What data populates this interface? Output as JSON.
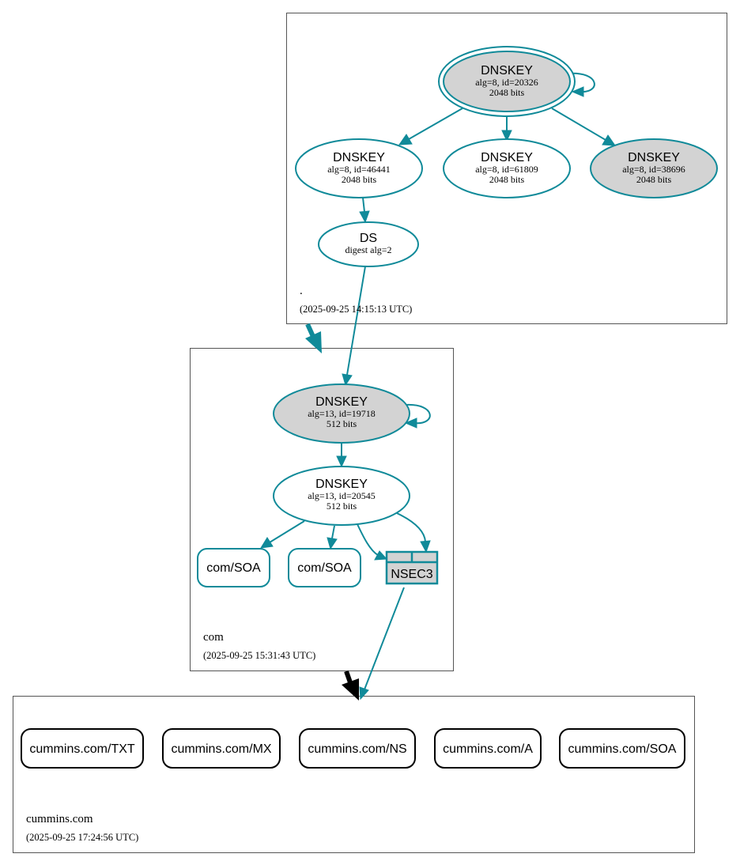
{
  "zones": {
    "root": {
      "name": ".",
      "timestamp": "(2025-09-25 14:15:13 UTC)"
    },
    "com": {
      "name": "com",
      "timestamp": "(2025-09-25 15:31:43 UTC)"
    },
    "cummins": {
      "name": "cummins.com",
      "timestamp": "(2025-09-25 17:24:56 UTC)"
    }
  },
  "nodes": {
    "root_ksk": {
      "title": "DNSKEY",
      "line1": "alg=8, id=20326",
      "line2": "2048 bits"
    },
    "root_zsk1": {
      "title": "DNSKEY",
      "line1": "alg=8, id=46441",
      "line2": "2048 bits"
    },
    "root_zsk2": {
      "title": "DNSKEY",
      "line1": "alg=8, id=61809",
      "line2": "2048 bits"
    },
    "root_zsk3": {
      "title": "DNSKEY",
      "line1": "alg=8, id=38696",
      "line2": "2048 bits"
    },
    "root_ds": {
      "title": "DS",
      "line1": "digest alg=2"
    },
    "com_ksk": {
      "title": "DNSKEY",
      "line1": "alg=13, id=19718",
      "line2": "512 bits"
    },
    "com_zsk": {
      "title": "DNSKEY",
      "line1": "alg=13, id=20545",
      "line2": "512 bits"
    },
    "com_soa1": {
      "label": "com/SOA"
    },
    "com_soa2": {
      "label": "com/SOA"
    },
    "com_nsec3": {
      "label": "NSEC3"
    },
    "cum_txt": {
      "label": "cummins.com/TXT"
    },
    "cum_mx": {
      "label": "cummins.com/MX"
    },
    "cum_ns": {
      "label": "cummins.com/NS"
    },
    "cum_a": {
      "label": "cummins.com/A"
    },
    "cum_soa": {
      "label": "cummins.com/SOA"
    }
  },
  "colors": {
    "edge": "#108a99",
    "key_fill": "#d3d3d3",
    "delegation_secure": "#108a99",
    "delegation_insecure": "#000000"
  }
}
